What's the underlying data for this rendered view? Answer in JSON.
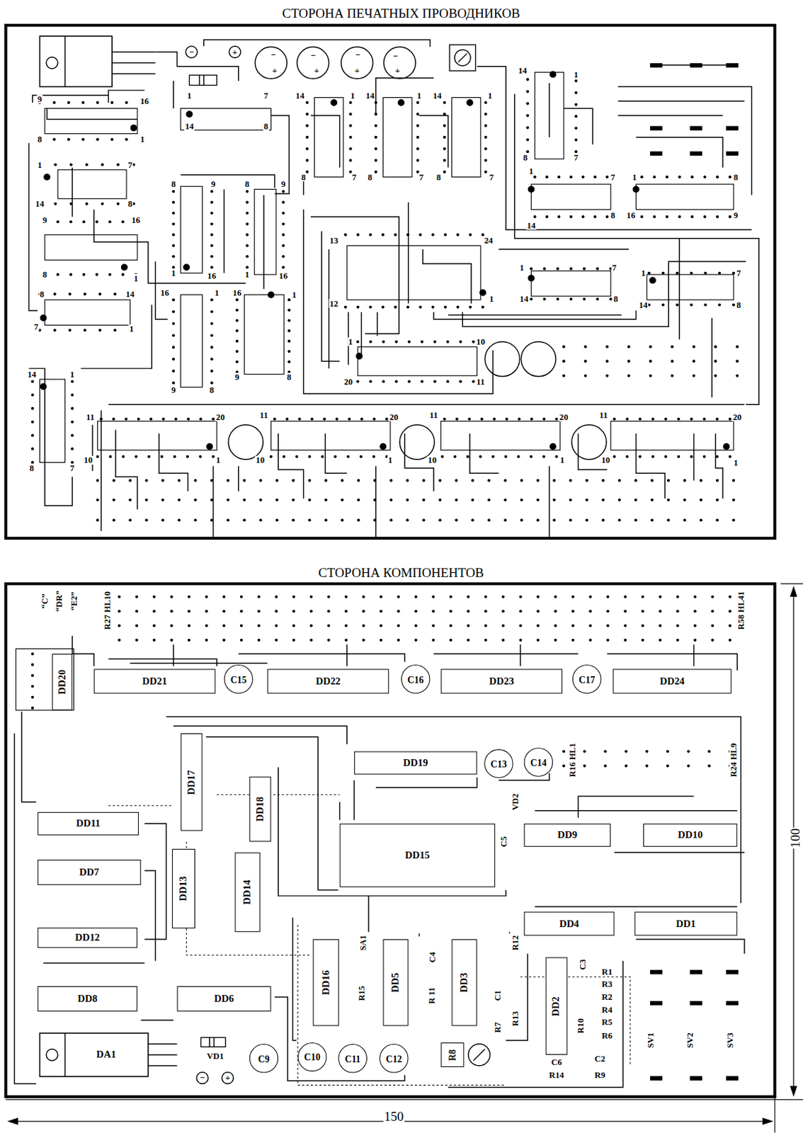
{
  "diagram": {
    "title": "СТОРОНА ПЕЧАТНЫХ ПРОВОДНИКОВ",
    "nodes": [
      {
        "text": [
          "DD20"
        ]
      },
      {
        "text": [
          "DD21"
        ]
      },
      {
        "text": [
          "C15"
        ]
      },
      {
        "text": [
          "DD22"
        ]
      },
      {
        "text": [
          "C16"
        ]
      },
      {
        "text": [
          "DD23"
        ]
      },
      {
        "text": [
          "C17"
        ]
      },
      {
        "text": [
          "DD24"
        ]
      },
      {
        "text": [
          "DD19"
        ]
      },
      {
        "text": [
          "C13"
        ]
      },
      {
        "text": [
          "C14"
        ]
      },
      {
        "text": [
          "DD17"
        ]
      },
      {
        "text": [
          "DD18"
        ]
      },
      {
        "text": [
          "DD11"
        ]
      },
      {
        "text": [
          "DD15"
        ]
      },
      {
        "text": [
          "DD9"
        ]
      },
      {
        "text": [
          "DD10"
        ]
      },
      {
        "text": [
          "DD7"
        ]
      },
      {
        "text": [
          "DD13"
        ]
      },
      {
        "text": [
          "DD14"
        ]
      },
      {
        "text": [
          "DD12"
        ]
      },
      {
        "text": [
          "DD4"
        ]
      },
      {
        "text": [
          "DD1"
        ]
      },
      {
        "text": [
          "DD16"
        ]
      },
      {
        "text": [
          "DD5"
        ]
      },
      {
        "text": [
          "DD3"
        ]
      },
      {
        "text": [
          "DD2"
        ]
      },
      {
        "text": [
          "DD8"
        ]
      },
      {
        "text": [
          "DD6"
        ]
      },
      {
        "text": [
          "DA1"
        ]
      },
      {
        "text": [
          "C9"
        ]
      },
      {
        "text": [
          "C10"
        ]
      },
      {
        "text": [
          "C11"
        ]
      },
      {
        "text": [
          "C12"
        ]
      },
      {
        "text": [
          "R8"
        ]
      }
    ],
    "labels": [
      "СТОРОНА КОМПОНЕНТОВ",
      "−",
      "+",
      "−",
      "+",
      "−",
      "+",
      "−",
      "+",
      "−",
      "+",
      "9",
      "16",
      "8",
      "1",
      "1",
      "7",
      "14",
      "8",
      "14",
      "1",
      "14",
      "1",
      "14",
      "1",
      "8",
      "7",
      "8",
      "7",
      "8",
      "7",
      "14",
      "1",
      "8",
      "7",
      "1",
      "7",
      "14",
      "8",
      "1",
      "8",
      "16",
      "9",
      "1",
      "7",
      "14",
      "8",
      "9",
      "16",
      "8",
      "1",
      "8",
      "14",
      "7",
      "1",
      "8",
      "9",
      "1",
      "16",
      "8",
      "9",
      "1",
      "16",
      "16",
      "1",
      "16",
      "1",
      "9",
      "8",
      "9",
      "8",
      "13",
      "24",
      "12",
      "1",
      "7",
      "1",
      "14",
      "8",
      "1",
      "7",
      "14",
      "8",
      "1",
      "10",
      "20",
      "11",
      "14",
      "1",
      "11",
      "20",
      "11",
      "20",
      "11",
      "20",
      "11",
      "20",
      "10",
      "1",
      "10",
      "1",
      "10",
      "1",
      "10",
      "1",
      "8",
      "7",
      "“C”",
      "“DR”",
      "“E2”",
      "R27 HL10",
      "R58 HL41",
      "R16 HL1",
      "R24 HL9",
      "VD2",
      "C5",
      "SA1",
      "C4",
      "R15",
      "R 11",
      "C1",
      "R7",
      "R12",
      "R13",
      "C3",
      "R1",
      "R3",
      "R2",
      "R4",
      "R5",
      "R6",
      "R10",
      "C6",
      "R14",
      "C2",
      "R9",
      "SV1",
      "SV2",
      "SV3",
      "VD1",
      "−",
      "+",
      "100",
      "150"
    ]
  }
}
